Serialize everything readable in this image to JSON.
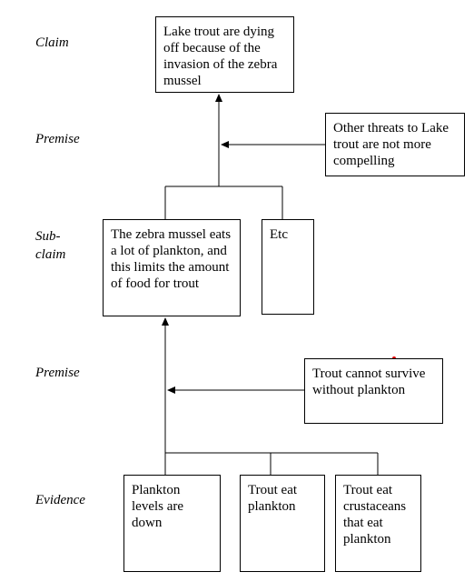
{
  "labels": {
    "claim": "Claim",
    "premise_1": "Premise",
    "subclaim": "Sub-\nclaim",
    "premise_2": "Premise",
    "evidence": "Evidence"
  },
  "boxes": {
    "claim": "Lake trout are dying off because of the invasion of the zebra mussel",
    "premise_top": "Other threats to Lake trout are not more compelling",
    "subclaim": "The zebra mussel eats a lot of plankton, and this limits the amount of food for trout",
    "etc": "Etc",
    "premise_bottom": "Trout cannot survive without plankton",
    "evidence_1": "Plankton levels are down",
    "evidence_2": "Trout eat plankton",
    "evidence_3": "Trout eat crustaceans that eat plankton"
  }
}
